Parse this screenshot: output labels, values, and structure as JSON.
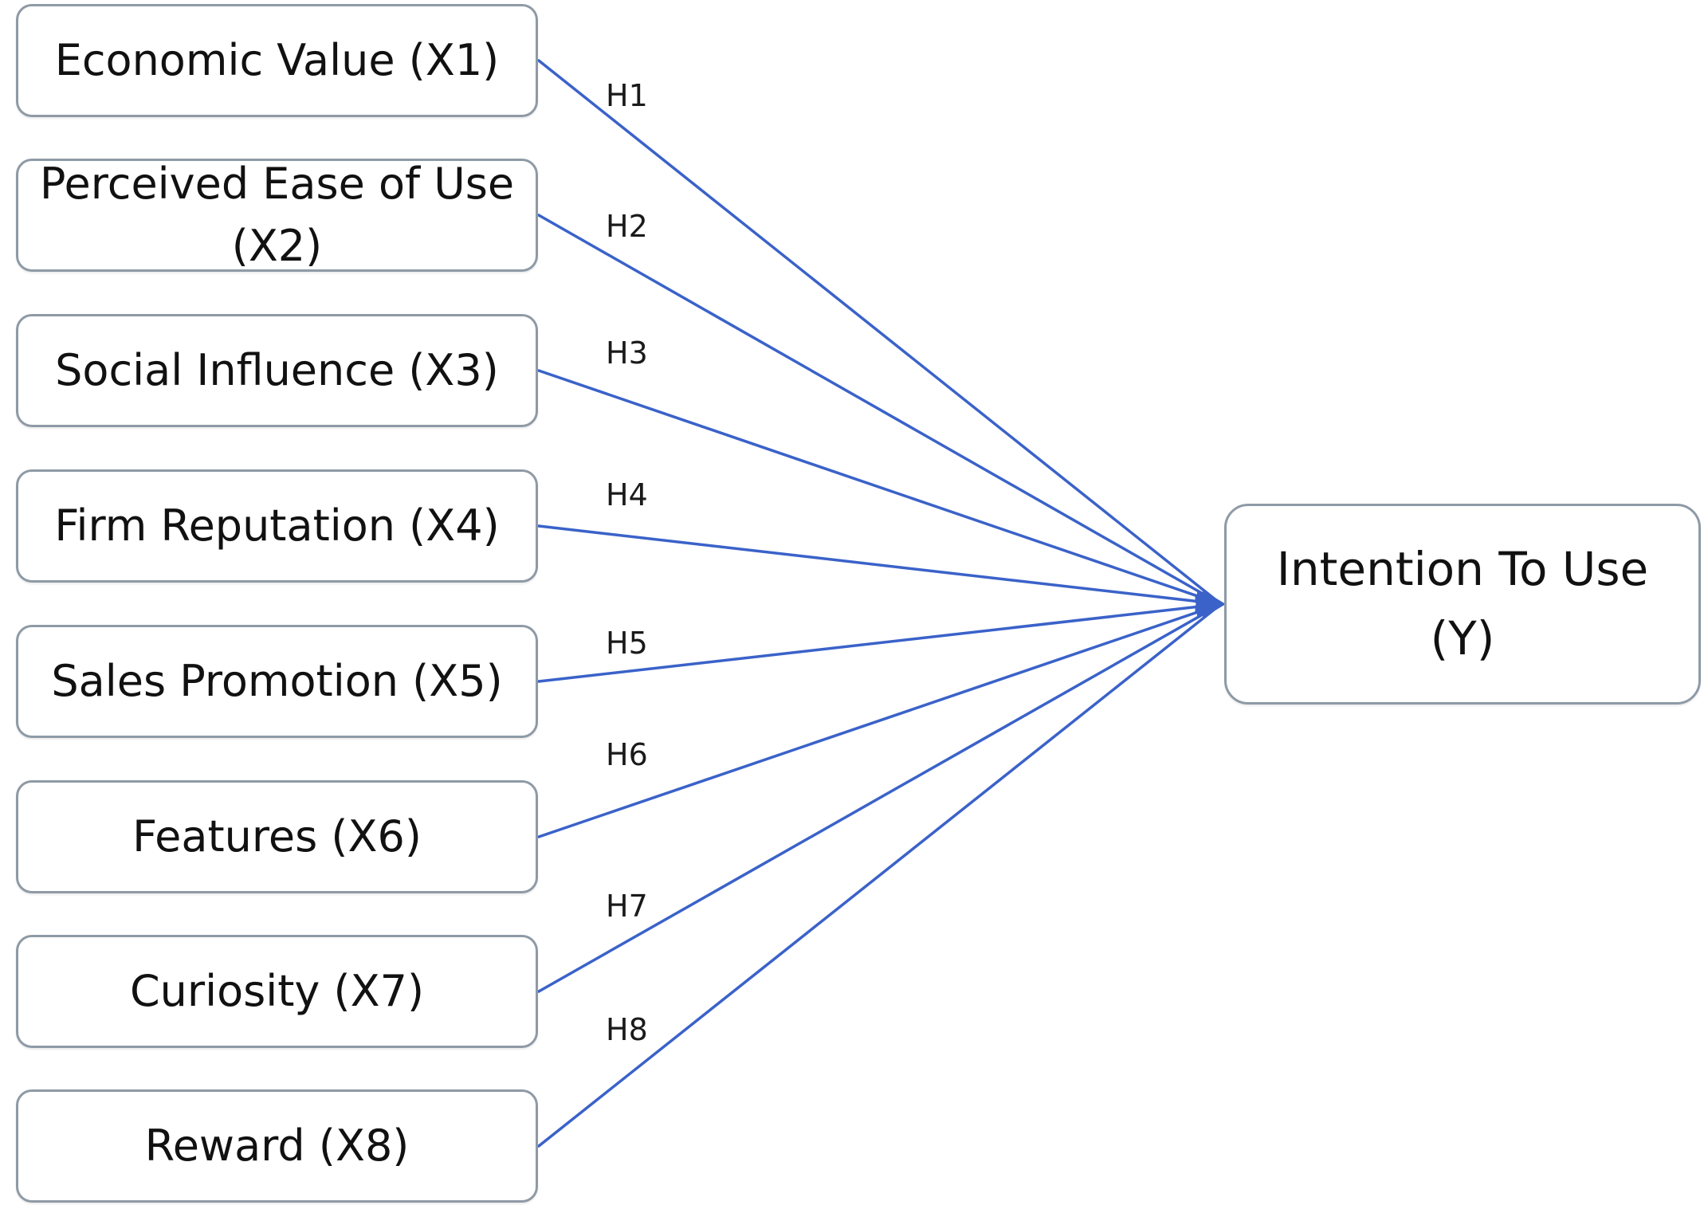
{
  "predictors": [
    {
      "label": "Economic Value (X1)",
      "hypothesis": "H1"
    },
    {
      "label": "Perceived Ease of Use (X2)",
      "hypothesis": "H2"
    },
    {
      "label": "Social Influence (X3)",
      "hypothesis": "H3"
    },
    {
      "label": "Firm Reputation (X4)",
      "hypothesis": "H4"
    },
    {
      "label": "Sales Promotion (X5)",
      "hypothesis": "H5"
    },
    {
      "label": "Features (X6)",
      "hypothesis": "H6"
    },
    {
      "label": "Curiosity (X7)",
      "hypothesis": "H7"
    },
    {
      "label": "Reward (X8)",
      "hypothesis": "H8"
    }
  ],
  "outcome": {
    "label": "Intention To Use (Y)"
  },
  "colors": {
    "arrow": "#3a62c9",
    "box_border": "#8e9aa6",
    "text": "#111111"
  }
}
